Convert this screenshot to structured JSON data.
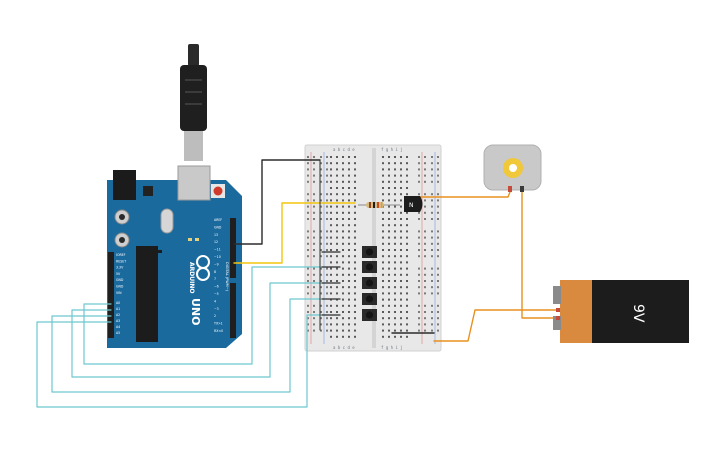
{
  "board": {
    "brand": "ARDUINO",
    "model": "UNO",
    "pins_digital_label": "DIGITAL (PWM~)",
    "pins_analog_label": "ANALOG IN",
    "pin_labels": [
      "AREF",
      "GND",
      "13",
      "12",
      "~11",
      "~10",
      "~9",
      "8",
      "7",
      "~6",
      "~5",
      "4",
      "~3",
      "2",
      "TX>1",
      "RX<0"
    ],
    "power_labels": [
      "IOREF",
      "RESET",
      "3.3V",
      "5V",
      "GND",
      "GND",
      "VIN"
    ],
    "analog_labels": [
      "A0",
      "A1",
      "A2",
      "A3",
      "A4",
      "A5"
    ]
  },
  "breadboard": {
    "column_letters_left": "a b c d e",
    "column_letters_right": "f g h i j"
  },
  "transistor": {
    "label": "N"
  },
  "battery": {
    "label": "9V"
  },
  "colors": {
    "board_blue": "#1a6a9e",
    "wire_black": "#2b2b2b",
    "wire_yellow": "#f2c60d",
    "wire_cyan": "#6cc7cf",
    "wire_orange": "#e8901e",
    "battery_orange": "#d98a3f",
    "battery_black": "#1c1c1c",
    "motor_gray": "#c9c9c9"
  }
}
